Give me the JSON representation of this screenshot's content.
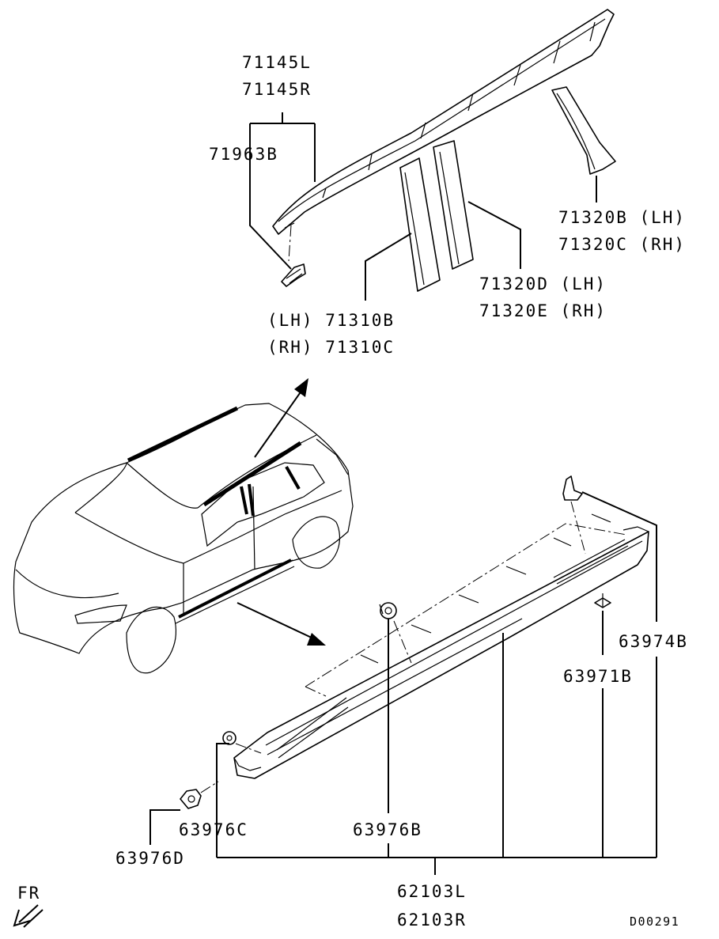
{
  "labels": {
    "roof_mold_l": "71145L",
    "roof_mold_r": "71145R",
    "clip_roof": "71963B",
    "rear_pillar_lh": "71320B (LH)",
    "rear_pillar_rh": "71320C (RH)",
    "center_pillar_lh": "71320D (LH)",
    "center_pillar_rh": "71320E (RH)",
    "front_pillar_lh": "(LH) 71310B",
    "front_pillar_rh": "(RH) 71310C",
    "clip_sill_rear": "63974B",
    "screw_sill": "63971B",
    "clip_sill_front_upper": "63976C",
    "clip_sill_mid": "63976B",
    "clip_sill_front_lower": "63976D",
    "side_sill_l": "62103L",
    "side_sill_r": "62103R"
  },
  "direction": {
    "text": "FR",
    "icon": "front-direction-arrow-icon"
  },
  "diagram_code": "D00291"
}
